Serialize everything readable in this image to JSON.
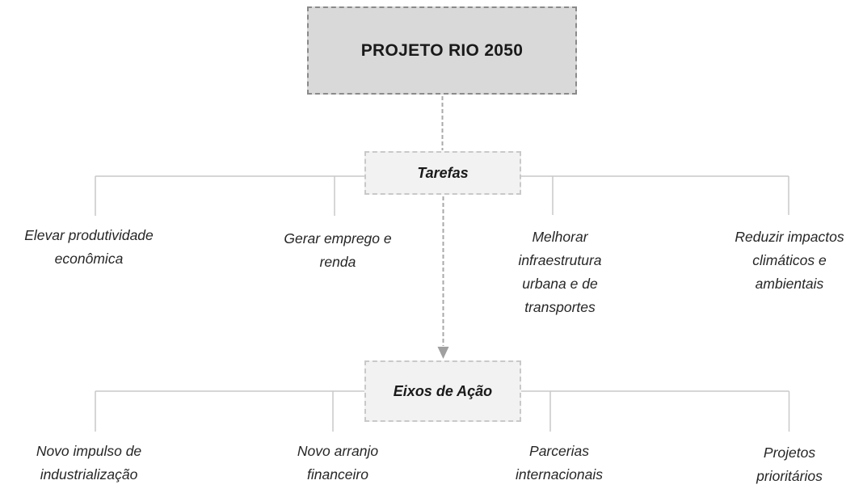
{
  "diagram": {
    "title": "PROJETO RIO 2050",
    "levels": [
      {
        "label": "Tarefas",
        "items": [
          {
            "label": "Elevar produtividade\neconômica"
          },
          {
            "label": "Gerar emprego e\nrenda"
          },
          {
            "label": "Melhorar\ninfraestrutura\nurbana e de\ntransportes"
          },
          {
            "label": "Reduzir impactos\nclimáticos e\nambientais"
          }
        ]
      },
      {
        "label": "Eixos de Ação",
        "items": [
          {
            "label": "Novo impulso de\nindustrialização"
          },
          {
            "label": "Novo arranjo\nfinanceiro"
          },
          {
            "label": "Parcerias\ninternacionais"
          },
          {
            "label": "Projetos\nprioritários"
          }
        ]
      }
    ],
    "colors": {
      "root_box_fill": "#d9d9d9",
      "root_box_border": "#8a8a8a",
      "level_box_fill": "#f2f2f2",
      "level_box_border": "#c9c9c9",
      "connector_line": "#c9c9c9",
      "dashed_connector": "#a9a9a9",
      "text": "#262626"
    }
  }
}
